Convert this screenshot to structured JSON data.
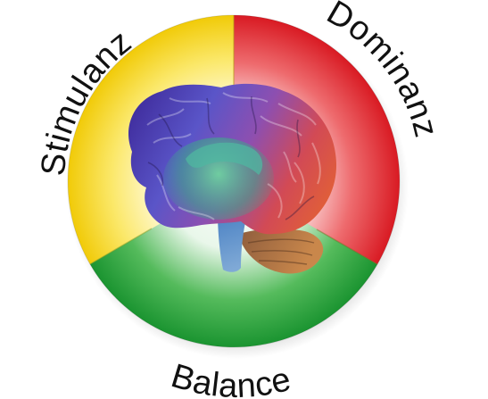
{
  "diagram": {
    "labels": {
      "stimulanz": "Stimulanz",
      "dominanz": "Dominanz",
      "balance": "Balance"
    },
    "colors": {
      "stimulanz": "#f3d20c",
      "dominanz": "#df1f26",
      "balance": "#1f9a35",
      "center": "#ffffff"
    },
    "center_image": "brain-illustration"
  }
}
